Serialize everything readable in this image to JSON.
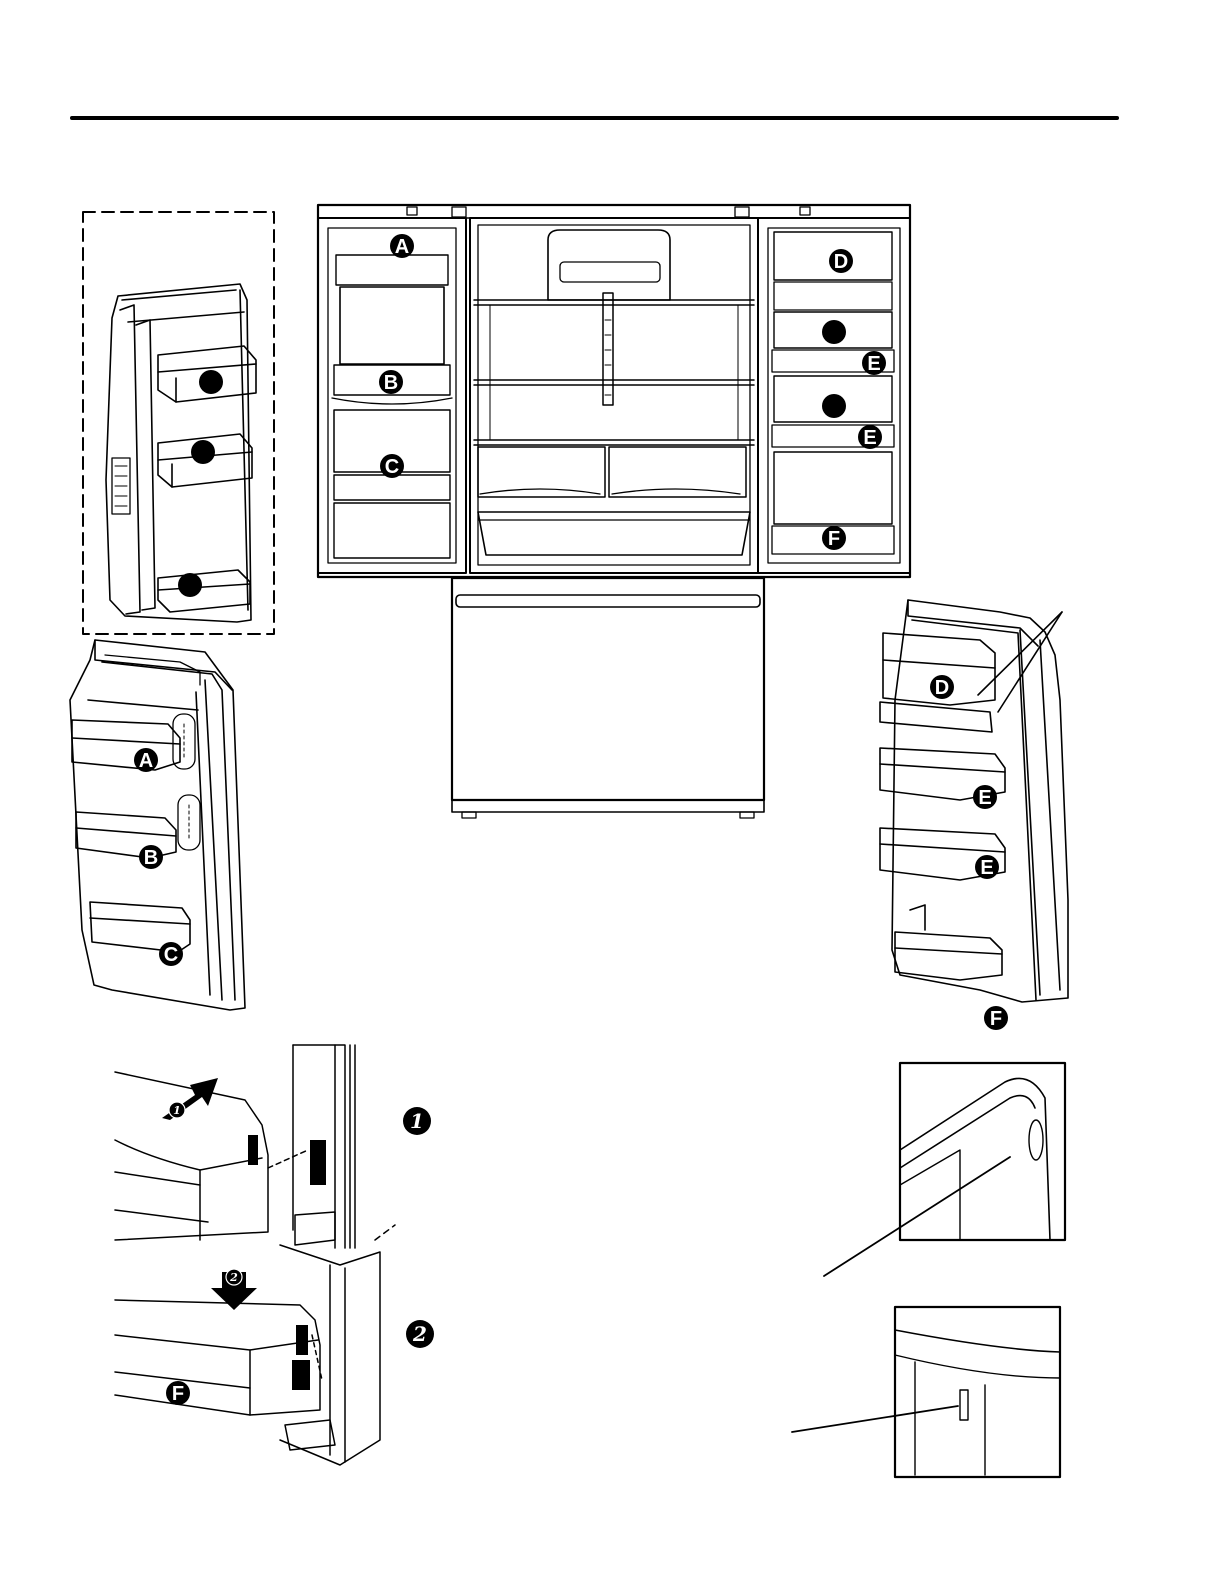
{
  "labels": {
    "a": "A",
    "b": "B",
    "c": "C",
    "d": "D",
    "e": "E",
    "f": "F"
  },
  "steps": {
    "one": "1",
    "two": "2"
  }
}
